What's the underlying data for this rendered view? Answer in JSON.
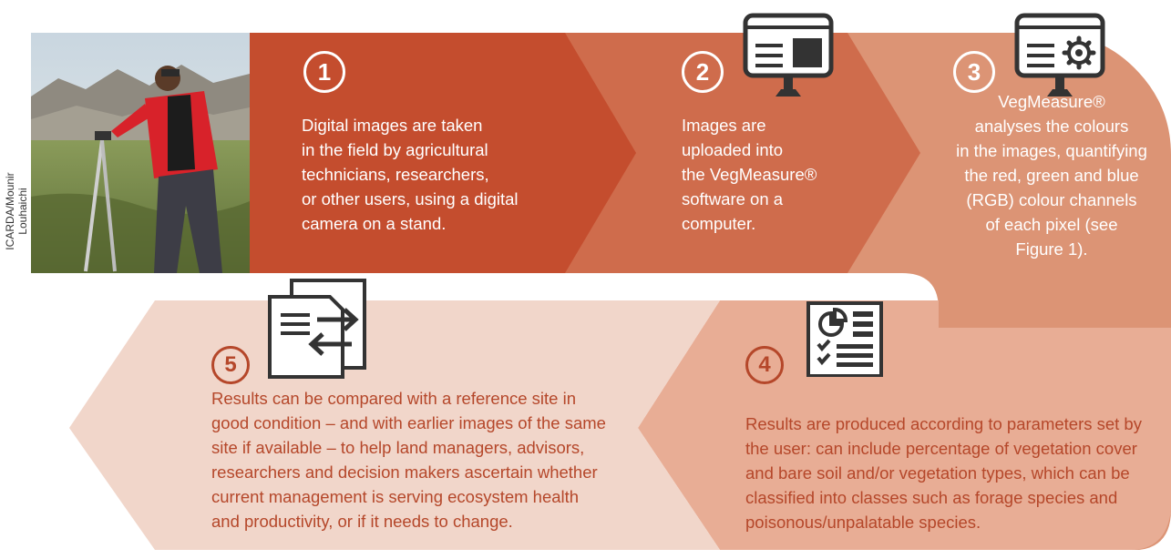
{
  "photo_credit": "ICARDA/Mounir Louhaichi",
  "steps": [
    {
      "number": "1",
      "text_lines": [
        "Digital images are taken",
        "in the field by agricultural",
        "technicians, researchers,",
        "or other users, using a digital",
        "camera on a stand."
      ]
    },
    {
      "number": "2",
      "text_lines": [
        "Images are",
        "uploaded into",
        "the VegMeasure® ",
        "software on a",
        "computer."
      ]
    },
    {
      "number": "3",
      "text_lines": [
        "VegMeasure®",
        "analyses the colours",
        "in the images, quantifying",
        "the red, green and blue",
        "(RGB) colour channels",
        "of each pixel (see",
        "Figure 1)."
      ]
    },
    {
      "number": "4",
      "text_lines": [
        "Results are produced according to parameters set by",
        "the user: can include percentage of vegetation cover",
        "and bare soil and/or vegetation types, which can be",
        "classified into classes such as forage species and",
        "poisonous/unpalatable species."
      ]
    },
    {
      "number": "5",
      "text_lines": [
        "Results can be compared with a reference site in",
        "good condition – and with earlier images of the same",
        "site if available – to help land managers, advisors,",
        "researchers and decision makers ascertain whether",
        "current management is serving ecosystem health",
        "and productivity, or if it needs to change."
      ]
    }
  ],
  "icons": [
    "photo-icon",
    "monitor-window-icon",
    "monitor-gear-icon",
    "report-chart-icon",
    "documents-exchange-icon"
  ],
  "colors": {
    "step1": "#c44d2e",
    "step2": "#cf6c4c",
    "step3": "#dc9475",
    "step4": "#e8ad95",
    "step5": "#f1d6ca",
    "text_dark": "#b5472a"
  }
}
